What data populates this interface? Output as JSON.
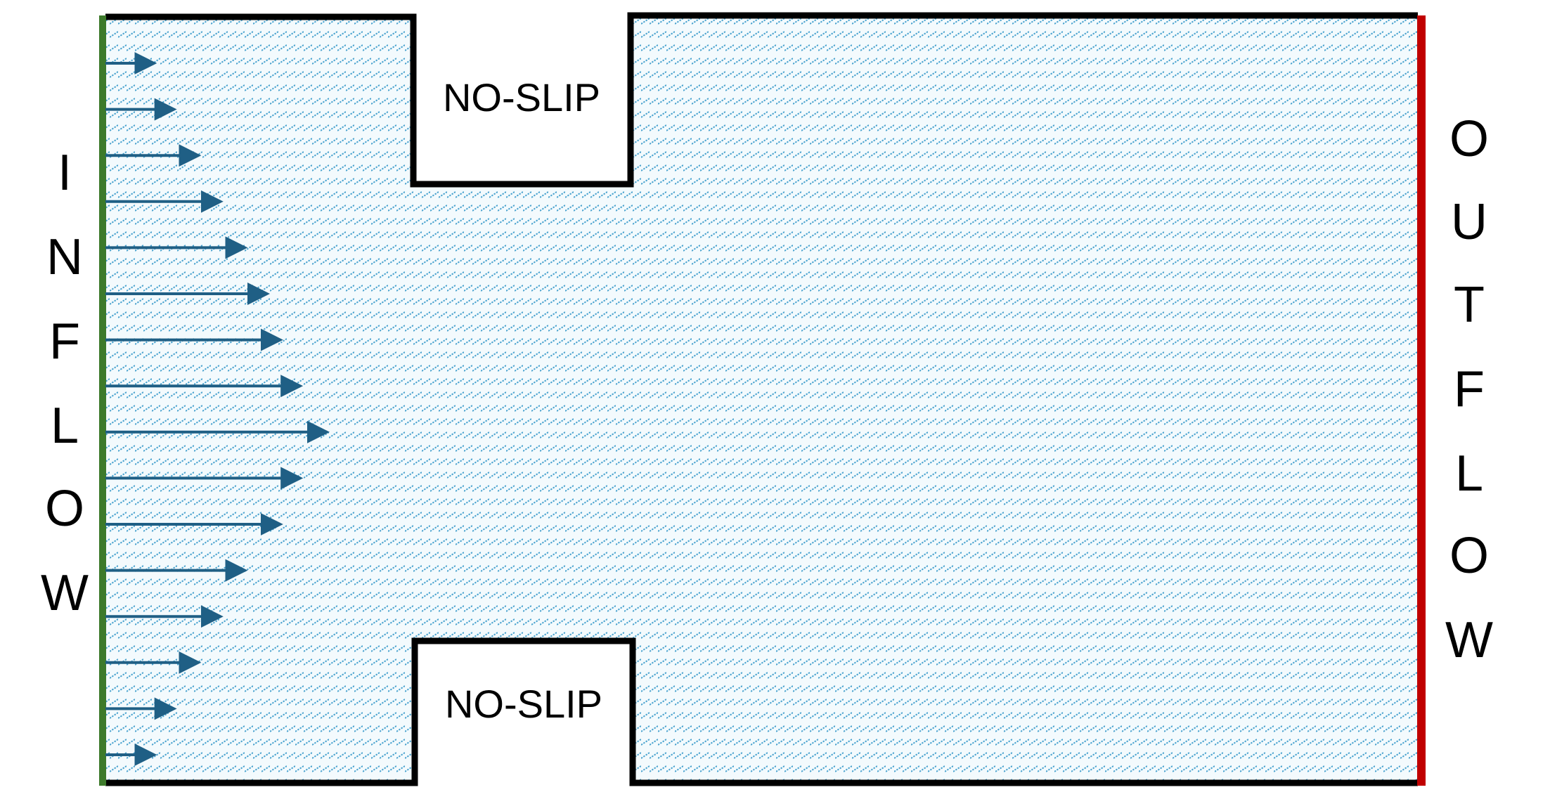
{
  "labels": {
    "inflow_letters": [
      "I",
      "N",
      "F",
      "L",
      "O",
      "W"
    ],
    "outflow_letters": [
      "O",
      "U",
      "T",
      "F",
      "L",
      "O",
      "W"
    ],
    "top_obstacle": "NO-SLIP",
    "bottom_obstacle": "NO-SLIP"
  },
  "inflow_profile": {
    "relative_lengths": [
      0.22,
      0.31,
      0.42,
      0.52,
      0.63,
      0.73,
      0.79,
      0.88,
      1.0,
      0.88,
      0.79,
      0.63,
      0.52,
      0.42,
      0.31,
      0.22
    ]
  },
  "colors": {
    "fluid_background": "#f3fafd",
    "fluid_hatch": "#4aa3cf",
    "wall": "#000000",
    "inflow_boundary": "#3d7a2b",
    "outflow_boundary": "#c00000",
    "velocity_arrow": "#1f5f85"
  }
}
